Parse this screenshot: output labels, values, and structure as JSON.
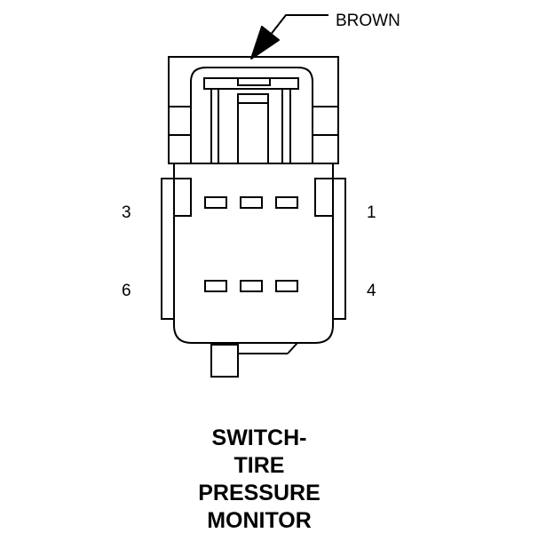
{
  "connector": {
    "wire_color_label": "BROWN",
    "pin_labels": {
      "top_left": "3",
      "top_right": "1",
      "bottom_left": "6",
      "bottom_right": "4"
    }
  },
  "title_lines": [
    "SWITCH-",
    "TIRE",
    "PRESSURE",
    "MONITOR"
  ],
  "colors": {
    "line": "#000000",
    "background": "#ffffff"
  }
}
